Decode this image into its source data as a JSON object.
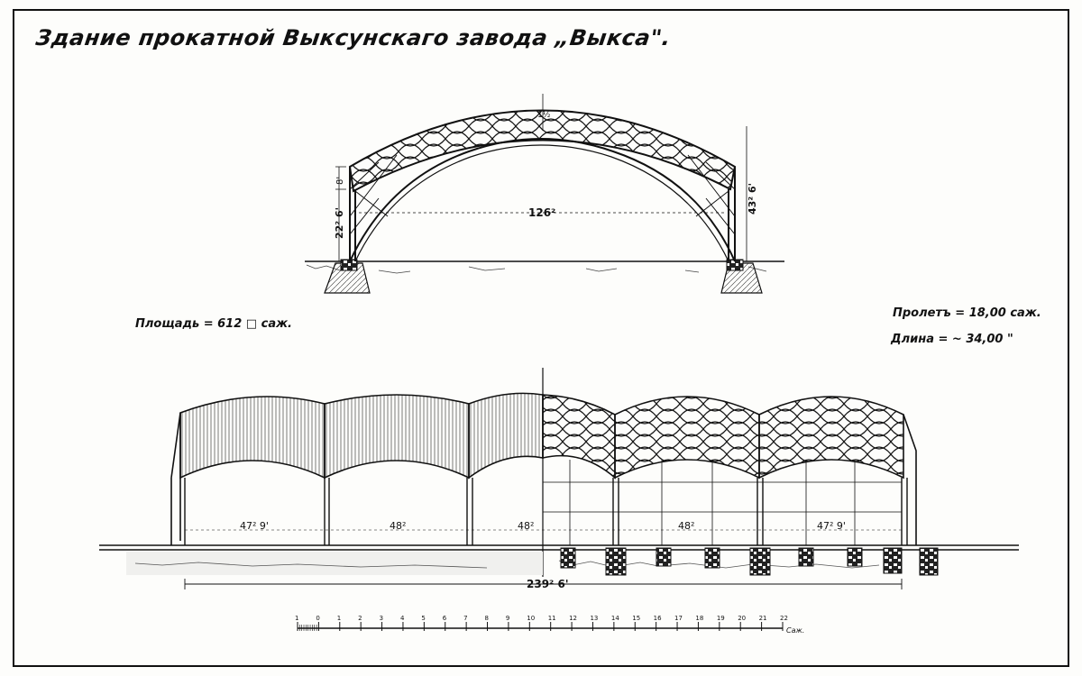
{
  "title": "Здание прокатной Выксунскаго завода „Выкса\".",
  "notes": {
    "area": "Площадь = 612 □ саж.",
    "span": "Пролетъ = 18,00 саж.",
    "length": "Длина = ~ 34,00 \""
  },
  "section_dims": {
    "span": "126²",
    "total_height": "43² 6'",
    "column_height": "22² 6'",
    "truss_depth": "8'",
    "crown_depth": "1½"
  },
  "elevation_dims": {
    "bays": [
      "47² 9'",
      "48²",
      "48²",
      "48²",
      "47² 9'"
    ],
    "total_length": "239² 6'"
  },
  "scale_bar": {
    "ticks": [
      "1",
      "0",
      "1",
      "2",
      "3",
      "4",
      "5",
      "6",
      "7",
      "8",
      "9",
      "10",
      "11",
      "12",
      "13",
      "14",
      "15",
      "16",
      "17",
      "18",
      "19",
      "20",
      "21",
      "22"
    ],
    "unit": "Саж."
  },
  "colors": {
    "ink": "#111111",
    "paper": "#fdfdfb"
  }
}
